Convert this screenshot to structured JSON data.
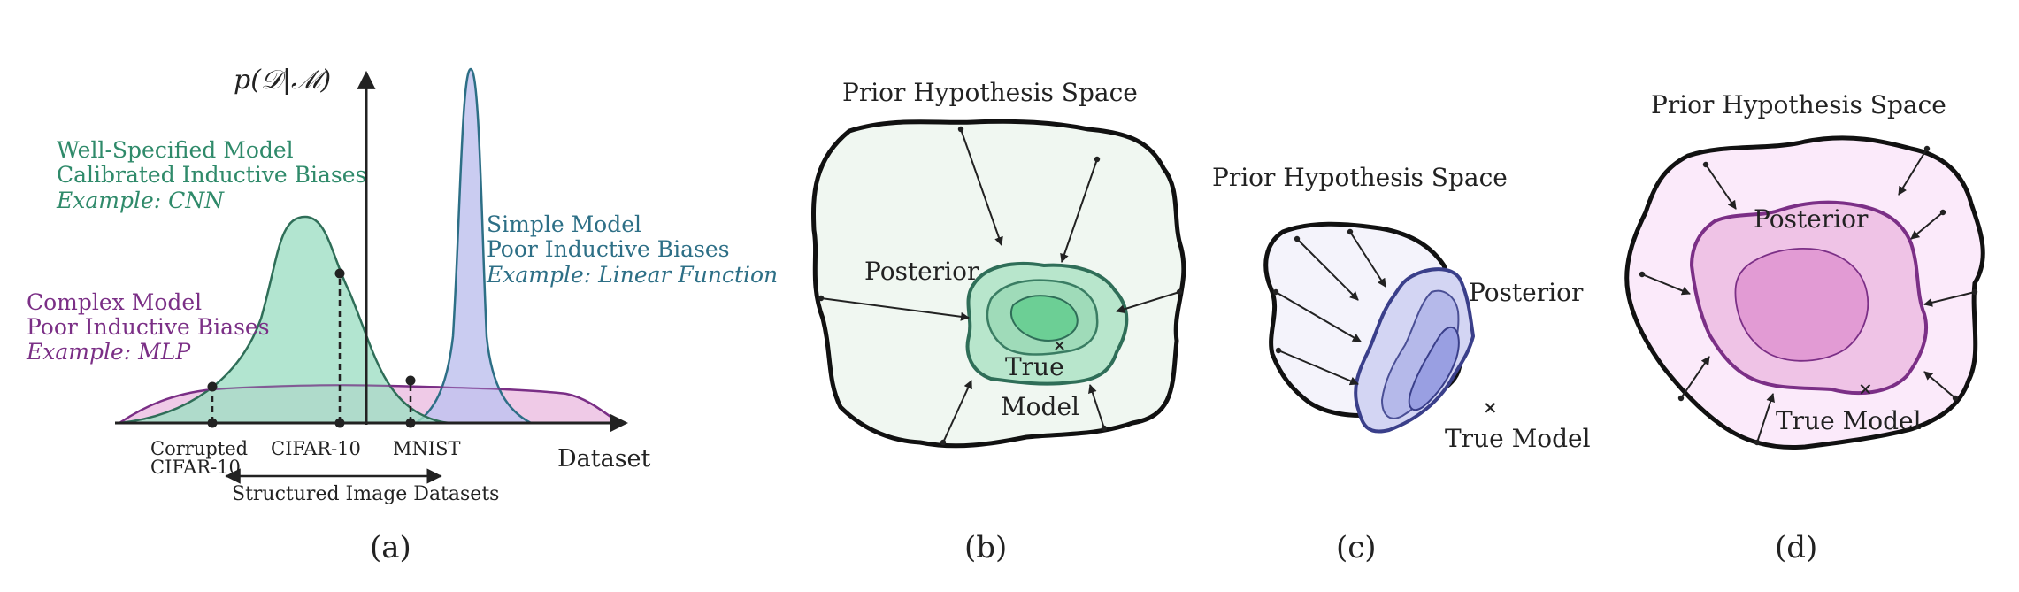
{
  "panel_a": {
    "ylabel": "p(𝒟|ℳ)",
    "xlabel": "Dataset",
    "well_specified": {
      "line1": "Well-Specified Model",
      "line2": "Calibrated Inductive Biases",
      "line3": "Example: CNN"
    },
    "simple": {
      "line1": "Simple Model",
      "line2": "Poor Inductive Biases",
      "line3": "Example: Linear Function"
    },
    "complex": {
      "line1": "Complex Model",
      "line2": "Poor Inductive Biases",
      "line3": "Example: MLP"
    },
    "ticks": {
      "corrupted_1": "Corrupted",
      "corrupted_2": "CIFAR-10",
      "cifar": "CIFAR-10",
      "mnist": "MNIST"
    },
    "structured": "Structured Image Datasets",
    "caption": "(a)"
  },
  "panel_b": {
    "title": "Prior Hypothesis Space",
    "posterior": "Posterior",
    "true": "True",
    "model": "Model",
    "caption": "(b)"
  },
  "panel_c": {
    "title": "Prior Hypothesis Space",
    "posterior": "Posterior",
    "true_model": "True Model",
    "caption": "(c)"
  },
  "panel_d": {
    "title": "Prior Hypothesis Space",
    "posterior": "Posterior",
    "true_model": "True Model",
    "caption": "(d)"
  },
  "colors": {
    "green_fill": "#a8e2c6",
    "green_line": "#2f6e58",
    "blue_fill": "#c5c8ef",
    "blue_line": "#3a3f8a",
    "pink_fill": "#efc3e6",
    "pink_line": "#7b2f86",
    "prior_green": "#f2f8f3",
    "prior_blue": "#f6f5fc",
    "prior_pink": "#fbeefa"
  }
}
